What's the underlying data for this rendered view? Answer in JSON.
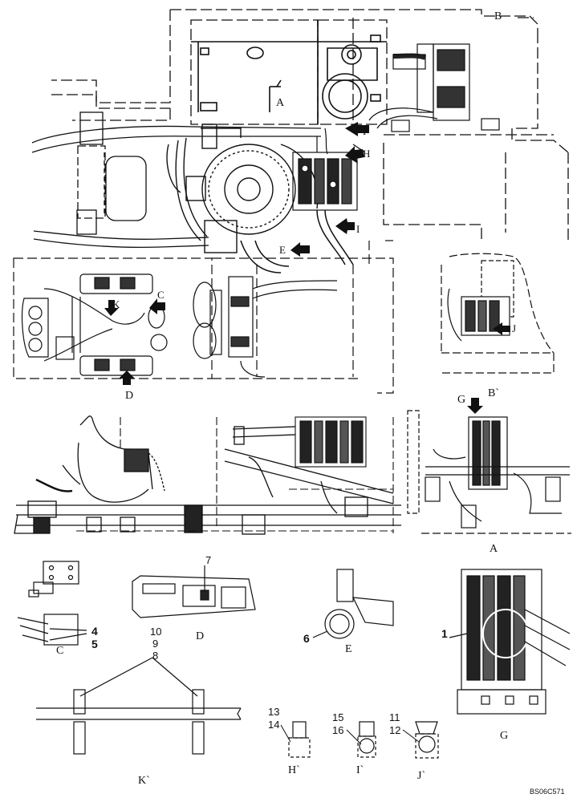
{
  "view_labels": {
    "A_main": "A",
    "B_top": "B",
    "C_top": "C",
    "D_top": "D",
    "E_top": "E",
    "F_top": "F",
    "H_top": "H",
    "I_top": "I",
    "J_top": "J",
    "K_top": "K",
    "B_view": "B`",
    "G_top": "G",
    "A_view": "A",
    "C_view": "C",
    "D_view": "D",
    "E_view": "E",
    "G_view": "G",
    "K_view": "K`",
    "H_view": "H`",
    "I_view": "I`",
    "J_view": "J`"
  },
  "part_numbers": {
    "n1": "1",
    "n4": "4",
    "n5": "5",
    "n6": "6",
    "n7": "7",
    "n8": "8",
    "n9": "9",
    "n10": "10",
    "n11": "11",
    "n12": "12",
    "n13": "13",
    "n14": "14",
    "n15": "15",
    "n16": "16"
  },
  "drawing_code": "BS06C571"
}
